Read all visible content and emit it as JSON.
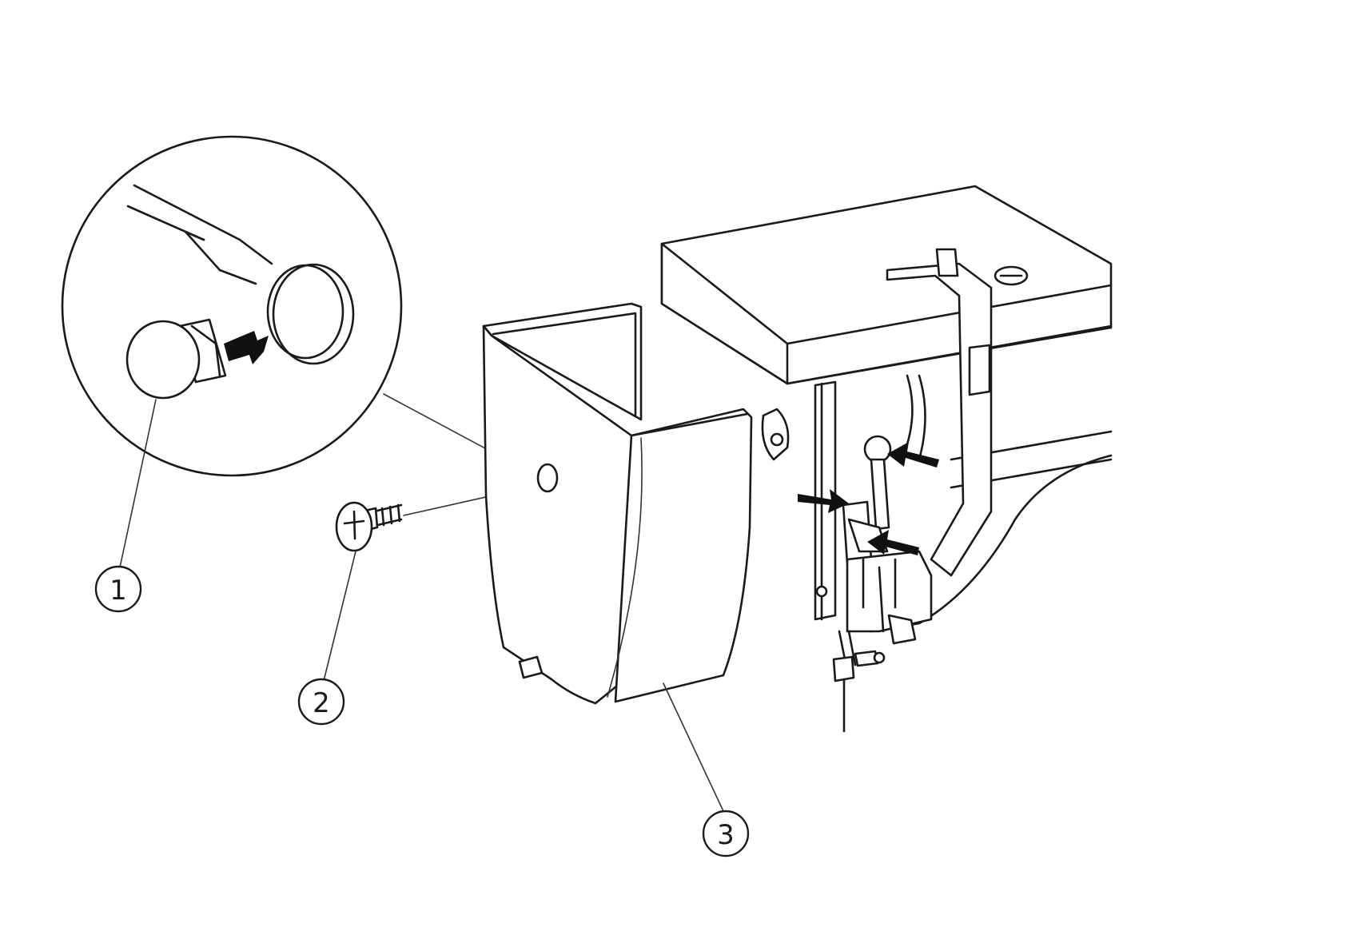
{
  "callouts": [
    {
      "id": "1",
      "label": "1"
    },
    {
      "id": "2",
      "label": "2"
    },
    {
      "id": "3",
      "label": "3"
    }
  ],
  "colors": {
    "line": "#1a1a1a",
    "background": "#ffffff"
  }
}
